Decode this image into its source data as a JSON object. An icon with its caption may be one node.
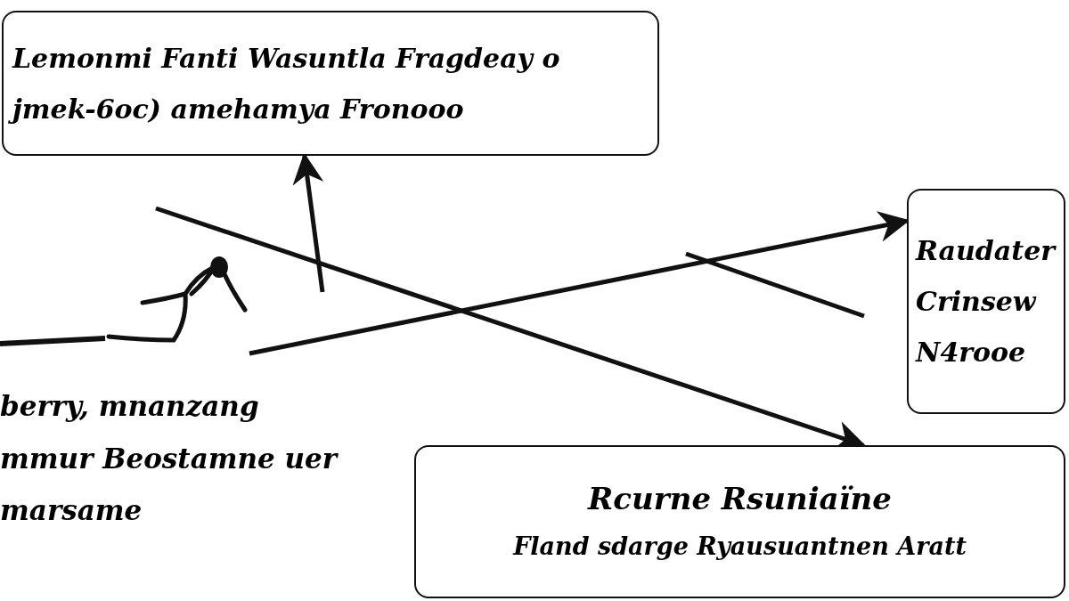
{
  "diagram": {
    "nodes": [
      {
        "text": [
          "Lemonmi Fanti Wasuntla Fragdeay o jmek-6oc) amehamya Fronooo"
        ]
      },
      {
        "text": [
          "Raudater Crinsew N4rooe"
        ]
      },
      {
        "text": [
          "Rcurne Rsuniaïne",
          "Fland sdarge Ryausuantnen Aratt"
        ]
      },
      {
        "text": [
          "berry, mnanzang mmur Beostamne uer marsame"
        ]
      }
    ],
    "edges": [
      {
        "from": null,
        "to": 0,
        "arrow": "to"
      },
      {
        "from": null,
        "to": 1,
        "arrow": "to"
      },
      {
        "from": null,
        "to": 2,
        "arrow": "to"
      }
    ]
  }
}
